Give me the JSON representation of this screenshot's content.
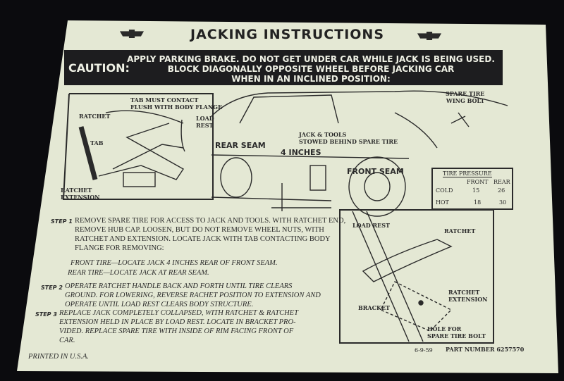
{
  "title": "JACKING INSTRUCTIONS",
  "caution": {
    "label": "CAUTION:",
    "lines": [
      "APPLY PARKING BRAKE. DO NOT GET UNDER CAR WHILE JACK IS BEING USED.",
      "BLOCK DIAGONALLY OPPOSITE WHEEL BEFORE JACKING CAR",
      "WHEN IN AN INCLINED POSITION:"
    ]
  },
  "jack_diagram": {
    "tab_contact": [
      "TAB MUST CONTACT",
      "FLUSH WITH BODY FLANGE"
    ],
    "ratchet": "RATCHET",
    "load_rest": [
      "LOAD",
      "REST"
    ],
    "tab": "TAB",
    "ratchet_extension": [
      "RATCHET",
      "EXTENSION"
    ]
  },
  "car_diagram": {
    "rear_seam": "REAR SEAM",
    "four_inches": "4 INCHES",
    "front_seam": "FRONT SEAM",
    "jack_tools": [
      "JACK & TOOLS",
      "STOWED BEHIND SPARE TIRE"
    ],
    "spare_tire_bolt": [
      "SPARE TIRE",
      "WING BOLT"
    ]
  },
  "tire_pressure": {
    "title": "TIRE PRESSURE",
    "columns": [
      "FRONT",
      "REAR"
    ],
    "rows": [
      {
        "label": "COLD",
        "front": "15",
        "rear": "26"
      },
      {
        "label": "HOT",
        "front": "18",
        "rear": "30"
      }
    ]
  },
  "stowage_diagram": {
    "load_rest": "LOAD REST",
    "ratchet": "RATCHET",
    "ratchet_extension": [
      "RATCHET",
      "EXTENSION"
    ],
    "bracket": "BRACKET",
    "hole": [
      "HOLE FOR",
      "SPARE TIRE BOLT"
    ]
  },
  "steps": [
    {
      "label": "STEP 1",
      "lines": [
        "REMOVE SPARE TIRE FOR ACCESS TO JACK AND TOOLS. WITH RATCHET END,",
        "REMOVE HUB CAP. LOOSEN, BUT DO NOT REMOVE WHEEL NUTS, WITH",
        "RATCHET AND EXTENSION. LOCATE JACK WITH TAB CONTACTING BODY",
        "FLANGE FOR REMOVING:"
      ]
    },
    {
      "label": "STEP 2",
      "lines": [
        "OPERATE RATCHET HANDLE BACK AND FORTH UNTIL TIRE CLEARS",
        "GROUND. FOR LOWERING, REVERSE RACHET POSITION TO EXTENSION AND",
        "OPERATE UNTIL LOAD REST CLEARS BODY STRUCTURE."
      ]
    },
    {
      "label": "STEP 3",
      "lines": [
        "REPLACE JACK COMPLETELY COLLAPSED, WITH RATCHET & RATCHET",
        "EXTENSION HELD IN PLACE BY LOAD REST. LOCATE IN BRACKET PRO-",
        "VIDED. REPLACE SPARE TIRE WITH INSIDE OF RIM FACING FRONT OF",
        "CAR."
      ]
    }
  ],
  "front_tire": "FRONT TIRE—LOCATE JACK 4 INCHES REAR OF FRONT SEAM.",
  "rear_tire": "REAR TIRE—LOCATE JACK AT REAR SEAM.",
  "footer": {
    "printed": "PRINTED  IN  U.S.A.",
    "date": "6-9-59",
    "part_number": "PART NUMBER 6257570"
  }
}
